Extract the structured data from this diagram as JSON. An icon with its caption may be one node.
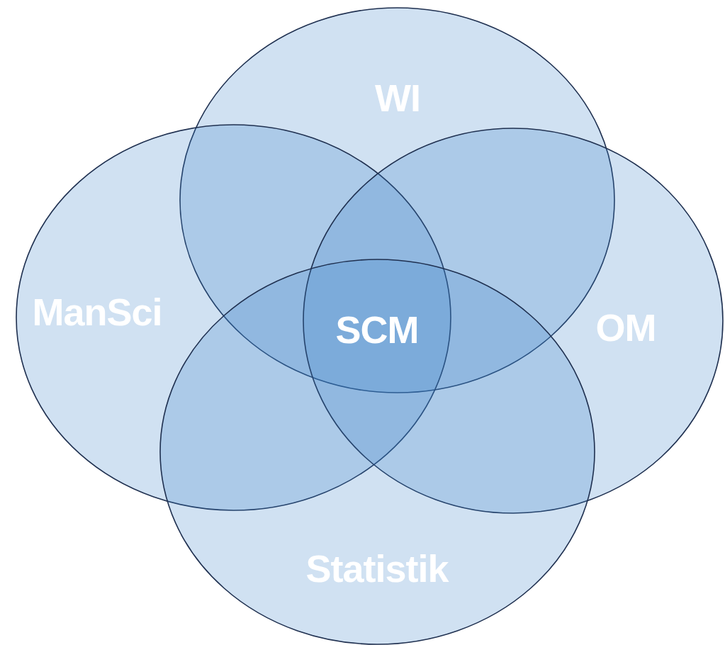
{
  "diagram": {
    "nodes": [
      {
        "text": [
          "WI"
        ]
      },
      {
        "text": [
          "ManSci"
        ]
      },
      {
        "text": [
          "OM"
        ]
      },
      {
        "text": [
          "Statistik"
        ]
      }
    ],
    "labels": [
      "SCM"
    ]
  }
}
